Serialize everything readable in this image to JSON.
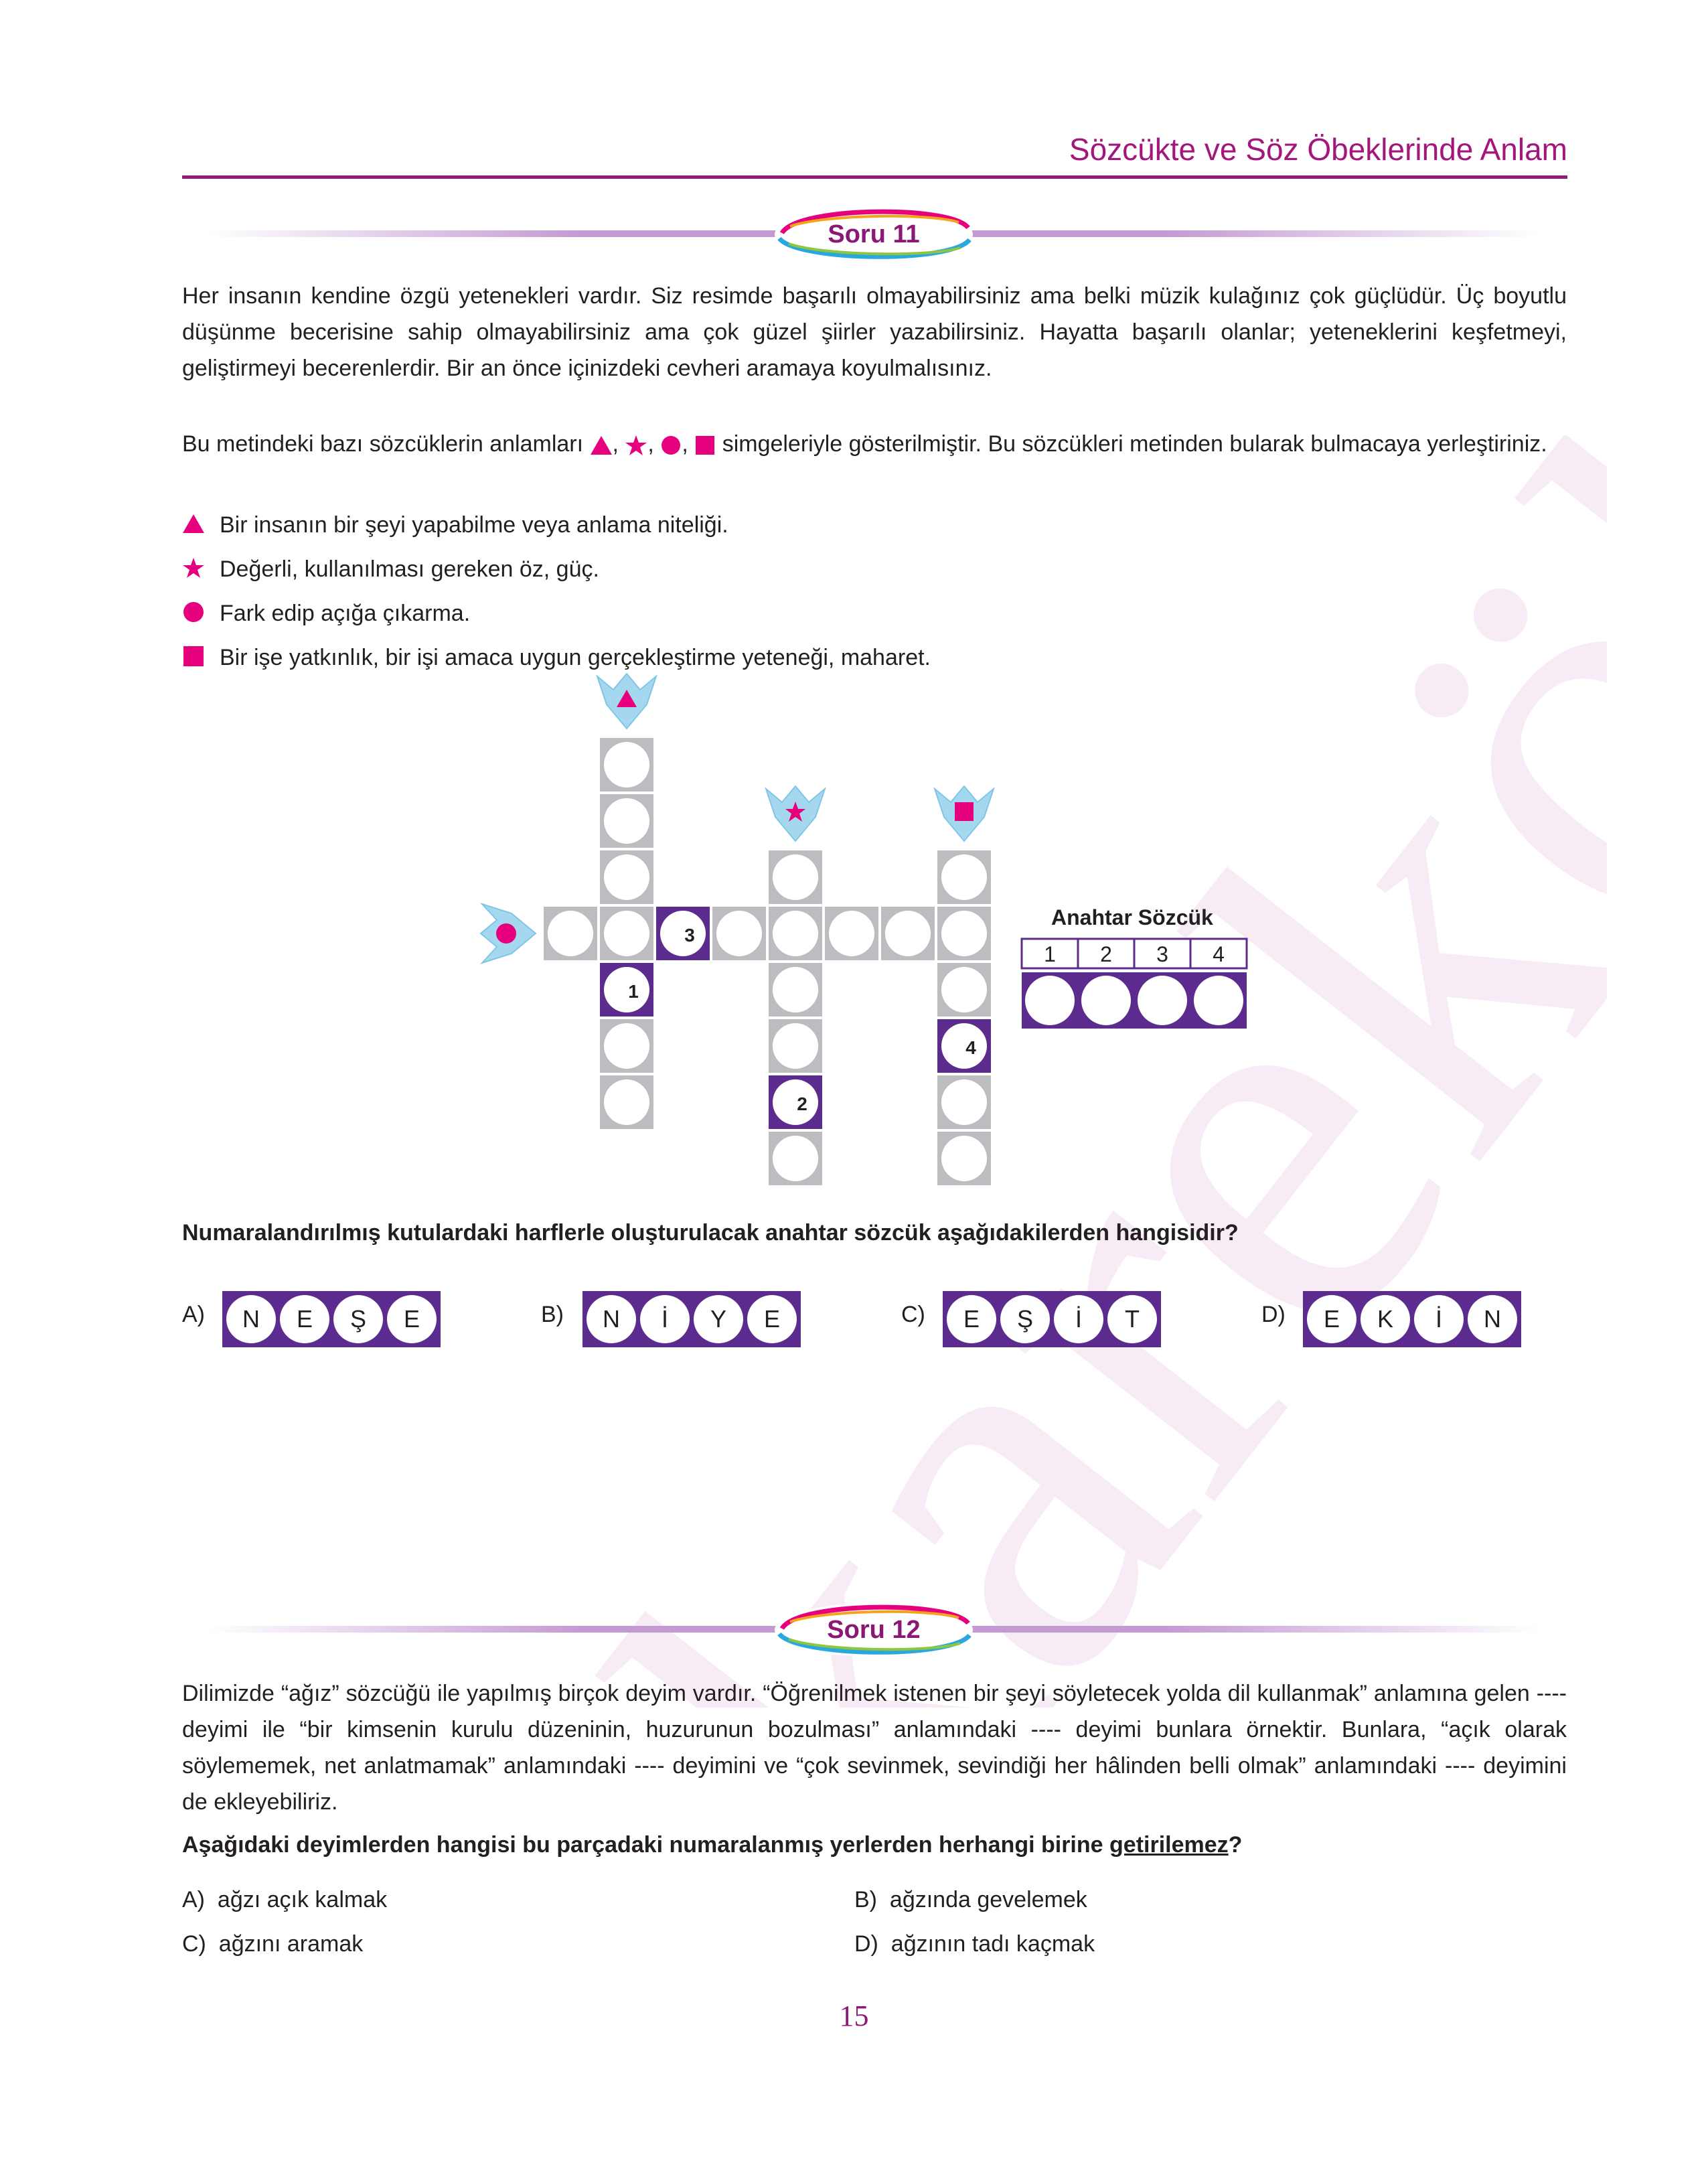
{
  "header": {
    "title": "Sözcükte ve Söz Öbeklerinde Anlam"
  },
  "watermark": {
    "text": "karekök"
  },
  "q11": {
    "label": "Soru 11",
    "text": "Her insanın kendine özgü yetenekleri vardır. Siz resimde başarılı olmayabilirsiniz ama belki müzik kulağınız çok güçlüdür. Üç boyutlu düşünme becerisine sahip olmayabilirsiniz ama çok güzel şiirler yazabilirsiniz. Hayatta başarılı olanlar; yeteneklerini keşfetmeyi, geliştirmeyi becerenlerdir. Bir an önce içinizdeki cevheri aramaya koyulmalısınız.",
    "instruction_a": "Bu metindeki bazı sözcüklerin anlamları",
    "instruction_b": "simgeleriyle gösterilmiştir. Bu sözcükleri metinden bularak bulmacaya yerleştiriniz.",
    "legend": [
      {
        "shape": "triangle",
        "text": "Bir insanın bir şeyi yapabilme veya anlama niteliği."
      },
      {
        "shape": "star",
        "text": "Değerli, kullanılması gereken öz, güç."
      },
      {
        "shape": "circle",
        "text": "Fark edip açığa çıkarma."
      },
      {
        "shape": "square",
        "text": "Bir işe yatkınlık, bir işi amaca uygun gerçekleştirme yeteneği, maharet."
      }
    ],
    "puzzle_numbers": [
      "1",
      "2",
      "3",
      "4"
    ],
    "key": {
      "title": "Anahtar Sözcük",
      "numbers": [
        "1",
        "2",
        "3",
        "4"
      ]
    },
    "question": "Numaralandırılmış kutulardaki harflerle oluşturulacak anahtar sözcük aşağıdakilerden hangisidir?",
    "options": [
      {
        "label": "A)",
        "letters": [
          "N",
          "E",
          "Ş",
          "E"
        ]
      },
      {
        "label": "B)",
        "letters": [
          "N",
          "İ",
          "Y",
          "E"
        ]
      },
      {
        "label": "C)",
        "letters": [
          "E",
          "Ş",
          "İ",
          "T"
        ]
      },
      {
        "label": "D)",
        "letters": [
          "E",
          "K",
          "İ",
          "N"
        ]
      }
    ]
  },
  "q12": {
    "label": "Soru 12",
    "text": "Dilimizde “ağız” sözcüğü ile yapılmış birçok deyim vardır. “Öğrenilmek istenen bir şeyi söyletecek yolda dil kullanmak” anlamına gelen ---- deyimi ile “bir kimsenin kurulu düzeninin, huzurunun bozulması” anlamındaki ---- deyimi bunlara örnektir. Bunlara, “açık olarak söylememek, net anlatmamak” anlamındaki ---- deyimini ve “çok sevinmek, sevindiği her hâlinden belli olmak” anlamındaki ---- deyimini de ekleyebiliriz.",
    "question_a": "Aşağıdaki deyimlerden hangisi bu parçadaki numaralanmış yerlerden herhangi birine",
    "question_u": "getirilemez",
    "question_b": "?",
    "choices": [
      {
        "label": "A)",
        "text": "ağzı açık kalmak"
      },
      {
        "label": "B)",
        "text": "ağzında gevelemek"
      },
      {
        "label": "C)",
        "text": "ağzını aramak"
      },
      {
        "label": "D)",
        "text": "ağzının tadı kaçmak"
      }
    ]
  },
  "page_number": "15",
  "colors": {
    "accent": "#e6007e",
    "purple": "#5b2b8e",
    "gray": "#bcbdc0",
    "arrow": "#a5d8ef",
    "title": "#a3167c"
  }
}
